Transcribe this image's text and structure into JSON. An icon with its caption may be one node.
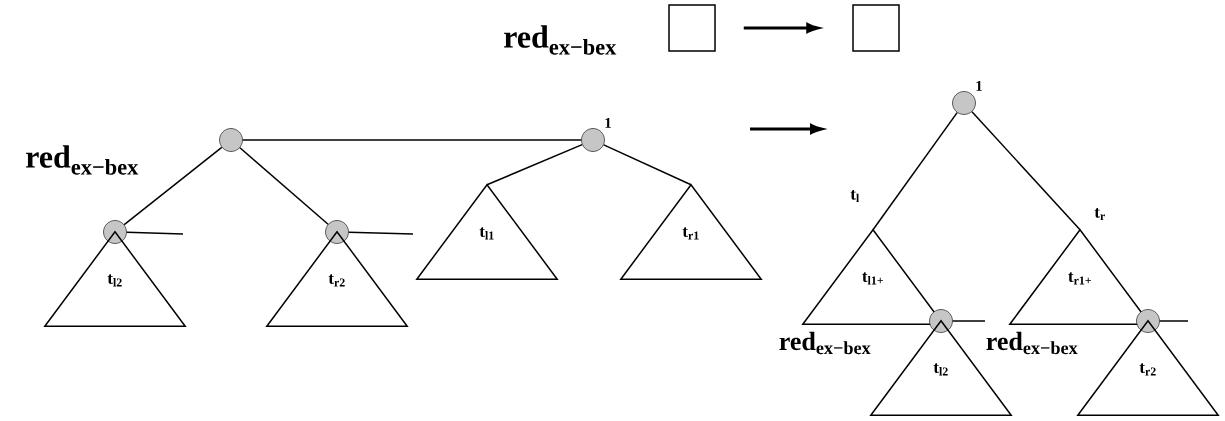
{
  "diagram": {
    "nodes": [
      {
        "text": [],
        "shape": "box"
      },
      {
        "text": [],
        "shape": "box"
      },
      {
        "text": [],
        "shape": "circle"
      },
      {
        "text": [],
        "shape": "circle",
        "beside": [
          "1"
        ]
      },
      {
        "text": [],
        "shape": "circle"
      },
      {
        "text": [],
        "shape": "circle"
      },
      {
        "text": [
          "t$_{l2}$"
        ]
      },
      {
        "text": [
          "t$_{r2}$"
        ]
      },
      {
        "text": [
          "t$_{l1}$"
        ]
      },
      {
        "text": [
          "t$_{r1}$"
        ]
      },
      {
        "text": [],
        "shape": "circle",
        "beside": [
          "1"
        ]
      },
      {
        "text": [
          "t$_{l1+}$"
        ]
      },
      {
        "text": [
          "t$_{r1+}$"
        ]
      },
      {
        "text": [],
        "shape": "circle"
      },
      {
        "text": [],
        "shape": "circle"
      },
      {
        "text": [
          "t$_{l2}$"
        ]
      },
      {
        "text": [
          "t$_{r2}$"
        ]
      }
    ],
    "edges": [
      {
        "from": 0,
        "to": 1,
        "arrow": "to"
      },
      {
        "from": 2,
        "to": 3,
        "arrow": "none"
      },
      {
        "from": 2,
        "to": 4,
        "arrow": "none"
      },
      {
        "from": 2,
        "to": 5,
        "arrow": "none"
      },
      {
        "from": 3,
        "to": 8,
        "arrow": "none"
      },
      {
        "from": 3,
        "to": 9,
        "arrow": "none"
      },
      {
        "from": 4,
        "to": null,
        "arrow": "none"
      },
      {
        "from": 5,
        "to": null,
        "arrow": "none"
      },
      {
        "from": 10,
        "to": 11,
        "arrow": "none"
      },
      {
        "from": 10,
        "to": 12,
        "arrow": "none"
      },
      {
        "from": 13,
        "to": null,
        "arrow": "none"
      },
      {
        "from": 14,
        "to": null,
        "arrow": "none"
      }
    ],
    "labels": [
      "red$_{ex−bex}$",
      "red$_{ex−bex}$",
      "t$_{l}$",
      "t$_{r}$",
      "red$_{ex−bex}$",
      "red$_{ex−bex}$"
    ]
  }
}
